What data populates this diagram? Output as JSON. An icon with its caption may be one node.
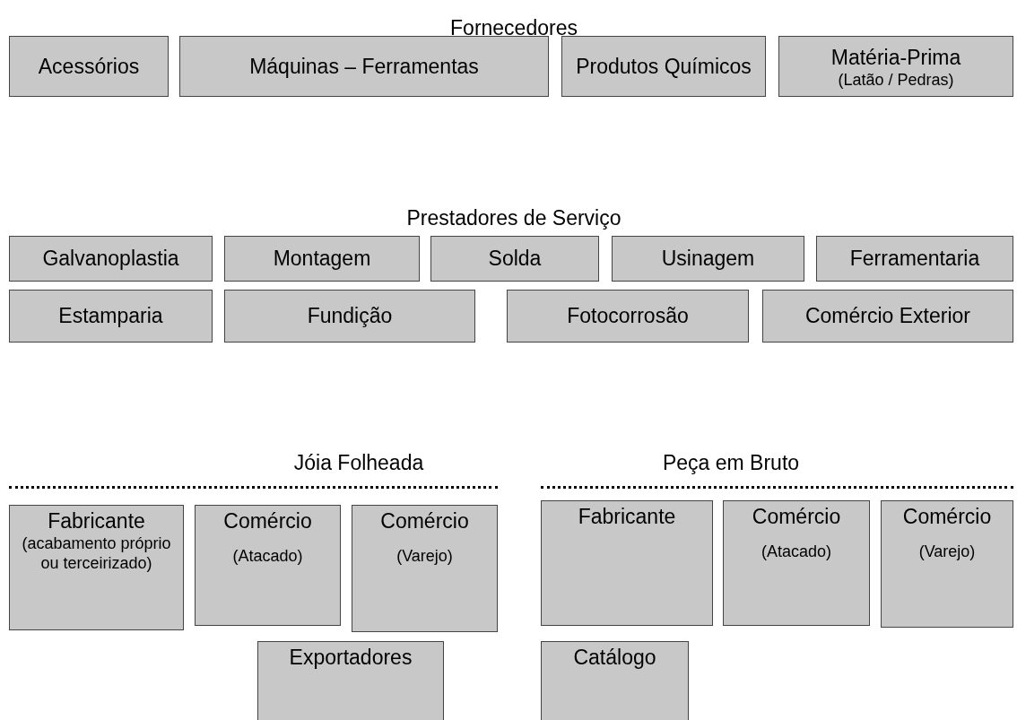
{
  "diagram": {
    "nodes": [
      {
        "text": [
          "Acessórios"
        ]
      },
      {
        "text": [
          "Máquinas – Ferramentas"
        ]
      },
      {
        "text": [
          "Produtos Químicos"
        ]
      },
      {
        "text": [
          "Matéria-Prima",
          "(Latão / Pedras)"
        ]
      },
      {
        "text": [
          "Galvanoplastia"
        ]
      },
      {
        "text": [
          "Montagem"
        ]
      },
      {
        "text": [
          "Solda"
        ]
      },
      {
        "text": [
          "Usinagem"
        ]
      },
      {
        "text": [
          "Ferramentaria"
        ]
      },
      {
        "text": [
          "Estamparia"
        ]
      },
      {
        "text": [
          "Fundição"
        ]
      },
      {
        "text": [
          "Fotocorrosão"
        ]
      },
      {
        "text": [
          "Comércio Exterior"
        ]
      },
      {
        "text": [
          "Fabricante",
          "(acabamento próprio ou terceirizado)"
        ]
      },
      {
        "text": [
          "Comércio",
          "(Atacado)"
        ]
      },
      {
        "text": [
          "Comércio",
          "(Varejo)"
        ]
      },
      {
        "text": [
          "Fabricante"
        ]
      },
      {
        "text": [
          "Comércio",
          "(Atacado)"
        ]
      },
      {
        "text": [
          "Comércio",
          "(Varejo)"
        ]
      },
      {
        "text": [
          "Exportadores"
        ]
      },
      {
        "text": [
          "Catálogo"
        ]
      }
    ],
    "labels": [
      "Fornecedores",
      "Prestadores de Serviço",
      "Jóia Folheada",
      "Peça em Bruto"
    ]
  }
}
